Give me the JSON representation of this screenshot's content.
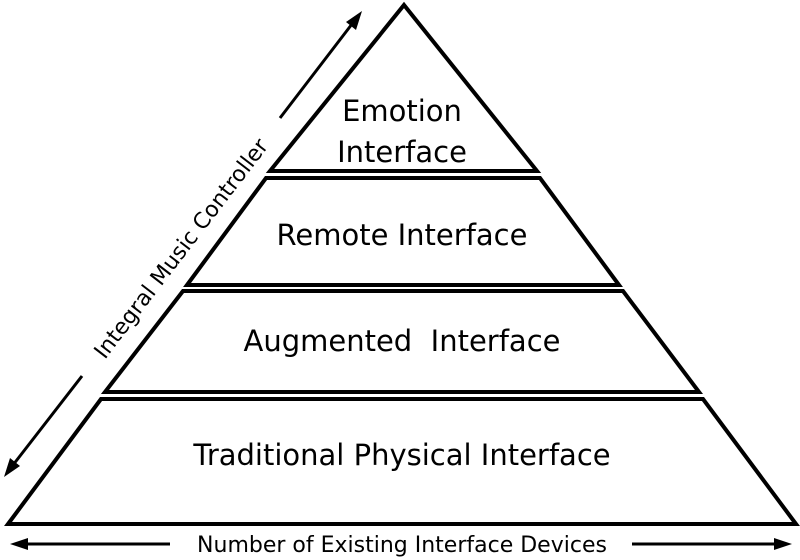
{
  "pyramid": {
    "tiers": [
      {
        "lines": [
          "Emotion",
          "Interface"
        ]
      },
      {
        "lines": [
          "Remote Interface"
        ]
      },
      {
        "lines": [
          "Augmented  Interface"
        ]
      },
      {
        "lines": [
          "Traditional Physical Interface"
        ]
      }
    ]
  },
  "axes": {
    "left_label": "Integral Music Controller",
    "bottom_label": "Number of Existing Interface Devices"
  }
}
